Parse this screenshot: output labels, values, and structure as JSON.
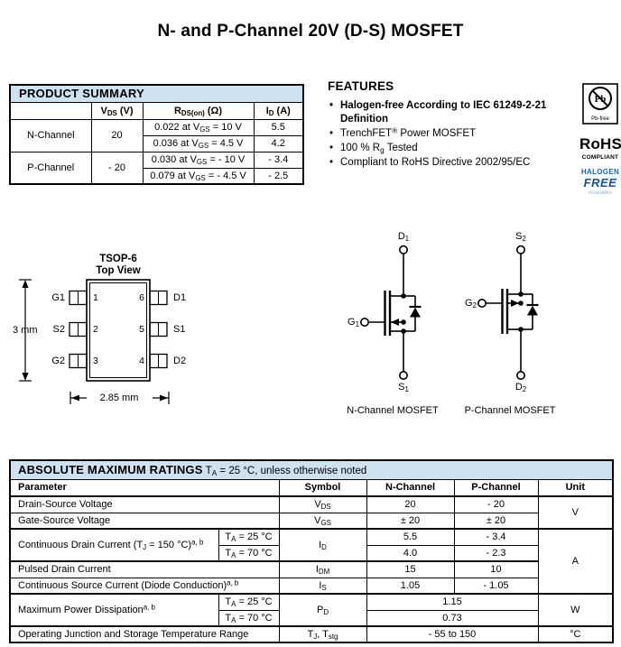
{
  "page": {
    "title": "N- and P-Channel 20V (D-S) MOSFET"
  },
  "colors": {
    "table_band": "#cfe2f2",
    "halogen_blue": "#1a66ae",
    "free_blue": "#1a5192",
    "available_blue": "#92b9da"
  },
  "product_summary": {
    "band": "PRODUCT SUMMARY",
    "headers": {
      "vds": "V_{DS} (V)",
      "rdson": "R_{DS(on)} (Ω)",
      "id": "I_{D} (A)"
    },
    "n_channel": {
      "label": "N-Channel",
      "vds": "20",
      "row1": {
        "rdson": "0.022 at V_{GS} = 10 V",
        "id": "5.5"
      },
      "row2": {
        "rdson": "0.036 at V_{GS} = 4.5 V",
        "id": "4.2"
      }
    },
    "p_channel": {
      "label": "P-Channel",
      "vds": "- 20",
      "row1": {
        "rdson": "0.030 at V_{GS} = - 10 V",
        "id": "- 3.4"
      },
      "row2": {
        "rdson": "0.079 at V_{GS} = - 4.5 V",
        "id": "- 2.5"
      }
    }
  },
  "features": {
    "title": "FEATURES",
    "items": [
      "Halogen-free According to IEC 61249-2-21 Definition",
      "TrenchFET^{®} Power MOSFET",
      "100 % R_{g} Tested",
      "Compliant to RoHS Directive 2002/95/EC"
    ]
  },
  "badges": {
    "pb": {
      "symbol": "Pb",
      "label": "Pb-free"
    },
    "rohs": {
      "title": "RoHS",
      "subtitle": "COMPLIANT"
    },
    "halogen": {
      "line1": "HALOGEN",
      "line2": "FREE",
      "line3": "Available"
    }
  },
  "package": {
    "title": "TSOP-6",
    "subtitle": "Top View",
    "pins_left": [
      {
        "label": "G1",
        "number": "1"
      },
      {
        "label": "S2",
        "number": "2"
      },
      {
        "label": "G2",
        "number": "3"
      }
    ],
    "pins_right": [
      {
        "label": "D1",
        "number": "6"
      },
      {
        "label": "S1",
        "number": "5"
      },
      {
        "label": "D2",
        "number": "4"
      }
    ],
    "height_dim": "3 mm",
    "width_dim": "2.85 mm"
  },
  "schematics": {
    "n": {
      "top": "D_{1}",
      "gate": "G_{1}",
      "bottom": "S_{1}",
      "caption": "N-Channel MOSFET"
    },
    "p": {
      "top": "S_{2}",
      "gate": "G_{2}",
      "bottom": "D_{2}",
      "caption": "P-Channel MOSFET"
    }
  },
  "amr": {
    "band_title": "ABSOLUTE MAXIMUM RATINGS",
    "band_condition": "T_{A} = 25 °C, unless otherwise noted",
    "headers": {
      "parameter": "Parameter",
      "symbol": "Symbol",
      "n": "N-Channel",
      "p": "P-Channel",
      "unit": "Unit"
    },
    "rows": {
      "vds": {
        "parameter": "Drain-Source Voltage",
        "symbol": "V_{DS}",
        "n": "20",
        "p": "- 20"
      },
      "vgs": {
        "parameter": "Gate-Source Voltage",
        "symbol": "V_{GS}",
        "n": "± 20",
        "p": "± 20"
      },
      "unit_v": "V",
      "id": {
        "parameter": "Continuous Drain Current (T_{J} = 150 °C)^{a, b}",
        "cond_25": "T_{A} = 25 °C",
        "cond_70": "T_{A} = 70 °C",
        "symbol": "I_{D}",
        "n_25": "5.5",
        "p_25": "- 3.4",
        "n_70": "4.0",
        "p_70": "- 2.3"
      },
      "idm": {
        "parameter": "Pulsed Drain Current",
        "symbol": "I_{DM}",
        "n": "15",
        "p": "10"
      },
      "is": {
        "parameter": "Continuous Source Current (Diode Conduction)^{a, b}",
        "symbol": "I_{S}",
        "n": "1.05",
        "p": "- 1.05"
      },
      "unit_a": "A",
      "pd": {
        "parameter": "Maximum Power Dissipation^{a, b}",
        "cond_25": "T_{A} = 25 °C",
        "cond_70": "T_{A} = 70 °C",
        "symbol": "P_{D}",
        "value_25": "1.15",
        "value_70": "0.73",
        "unit": "W"
      },
      "tjstg": {
        "parameter": "Operating Junction and Storage Temperature Range",
        "symbol": "T_{J}, T_{stg}",
        "value": "- 55 to 150",
        "unit": "°C"
      }
    }
  }
}
